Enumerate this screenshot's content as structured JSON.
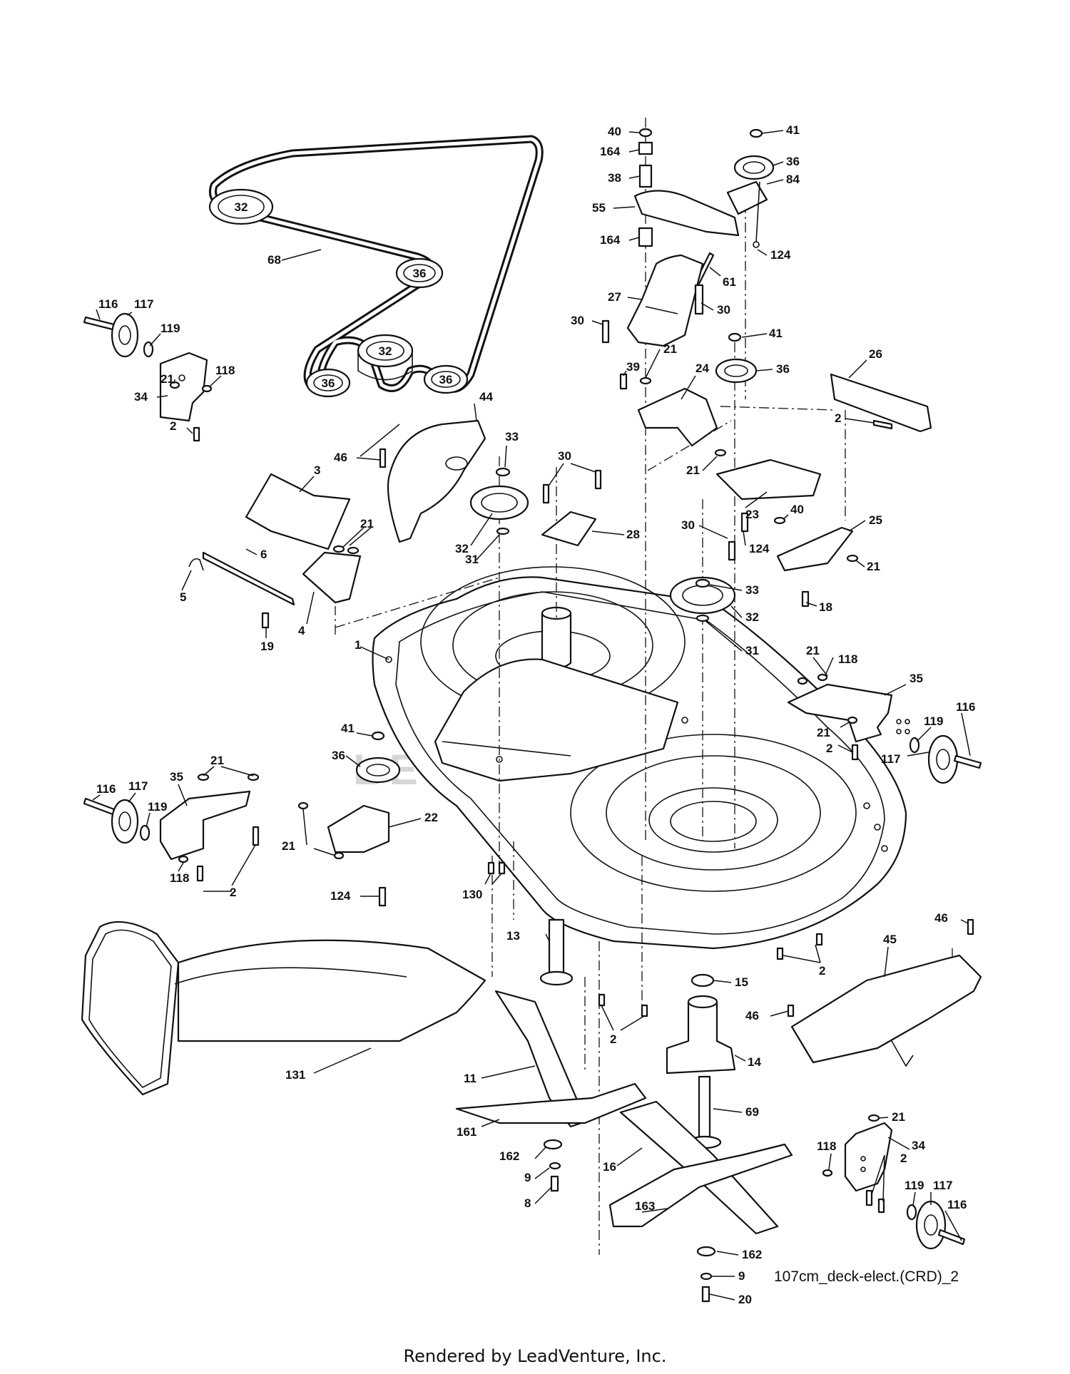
{
  "diagram": {
    "caption": "107cm_deck-elect.(CRD)_2",
    "footer": "Rendered by LeadVenture, Inc.",
    "watermark": "LEADVENTURE"
  },
  "callouts": {
    "c40a": "40",
    "c164a": "164",
    "c38": "38",
    "c55": "55",
    "c164b": "164",
    "c41a": "41",
    "c36a": "36",
    "c84": "84",
    "c124a": "124",
    "c61": "61",
    "c27": "27",
    "c30a": "30",
    "c30b": "30",
    "c39": "39",
    "c21a": "21",
    "c41b": "41",
    "c36b": "36",
    "c24": "24",
    "c26": "26",
    "c2a": "2",
    "c21b": "21",
    "c23": "23",
    "c40b": "40",
    "c25": "25",
    "c30c": "30",
    "c124b": "124",
    "c21c": "21",
    "c18": "18",
    "c33b": "33",
    "c32c": "32",
    "c31b": "31",
    "c68": "68",
    "c116a": "116",
    "c117a": "117",
    "c119a": "119",
    "c21d": "21",
    "c118a": "118",
    "c34a": "34",
    "c2b": "2",
    "c44": "44",
    "c46a": "46",
    "c33a": "33",
    "c30d": "30",
    "c3": "3",
    "c21e": "21",
    "c6": "6",
    "c5": "5",
    "c4": "4",
    "c19": "19",
    "c32b": "32",
    "c31a": "31",
    "c28": "28",
    "c1": "1",
    "c21f": "21",
    "c118b": "118",
    "c35a": "35",
    "c21g": "21",
    "c119b": "119",
    "c116b": "116",
    "c2c": "2",
    "c117b": "117",
    "c41c": "41",
    "c36c": "36",
    "c116c": "116",
    "c117c": "117",
    "c35b": "35",
    "c21h": "21",
    "c119c": "119",
    "c118c": "118",
    "c2d": "2",
    "c22": "22",
    "c21i": "21",
    "c124c": "124",
    "c130": "130",
    "c13": "13",
    "c46b": "46",
    "c45": "45",
    "c2e": "2",
    "c15": "15",
    "c46c": "46",
    "c2f": "2",
    "c131": "131",
    "c11": "11",
    "c14": "14",
    "c69": "69",
    "c21j": "21",
    "c161": "161",
    "c162a": "162",
    "c9a": "9",
    "c8": "8",
    "c16": "16",
    "c118d": "118",
    "c34b": "34",
    "c2g": "2",
    "c119d": "119",
    "c117d": "117",
    "c116d": "116",
    "c163": "163",
    "c162b": "162",
    "c9b": "9",
    "c20": "20"
  },
  "belt_pulley_labels": {
    "p32a": "32",
    "p36a": "36",
    "p32b": "32",
    "p36b": "36",
    "p36c": "36"
  }
}
